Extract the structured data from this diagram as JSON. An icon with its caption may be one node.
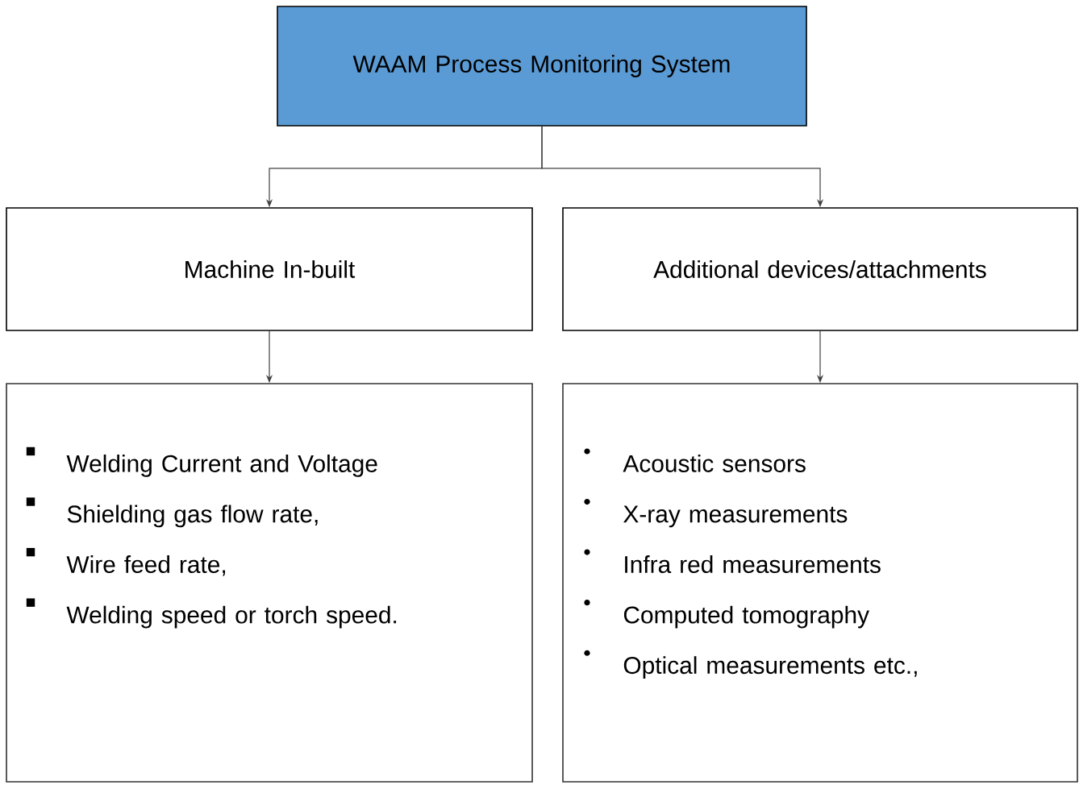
{
  "diagram": {
    "nodes": [
      {
        "text": [
          "WAAM Process Monitoring System"
        ]
      },
      {
        "text": [
          "Machine In-built"
        ]
      },
      {
        "text": [
          "Additional devices/attachments"
        ]
      },
      {
        "text": [
          "Welding Current and Voltage",
          "Shielding gas flow rate,",
          "Wire feed rate,",
          "Welding speed or torch speed."
        ]
      },
      {
        "text": [
          "Acoustic sensors",
          "X-ray measurements",
          "Infra red measurements",
          "Computed tomography",
          "Optical measurements etc.,"
        ]
      }
    ],
    "edges": [
      {
        "from": 0,
        "to": 1,
        "arrow": "to"
      },
      {
        "from": 0,
        "to": 2,
        "arrow": "to"
      },
      {
        "from": 1,
        "to": 3,
        "arrow": "to"
      },
      {
        "from": 2,
        "to": 4,
        "arrow": "to"
      }
    ]
  }
}
